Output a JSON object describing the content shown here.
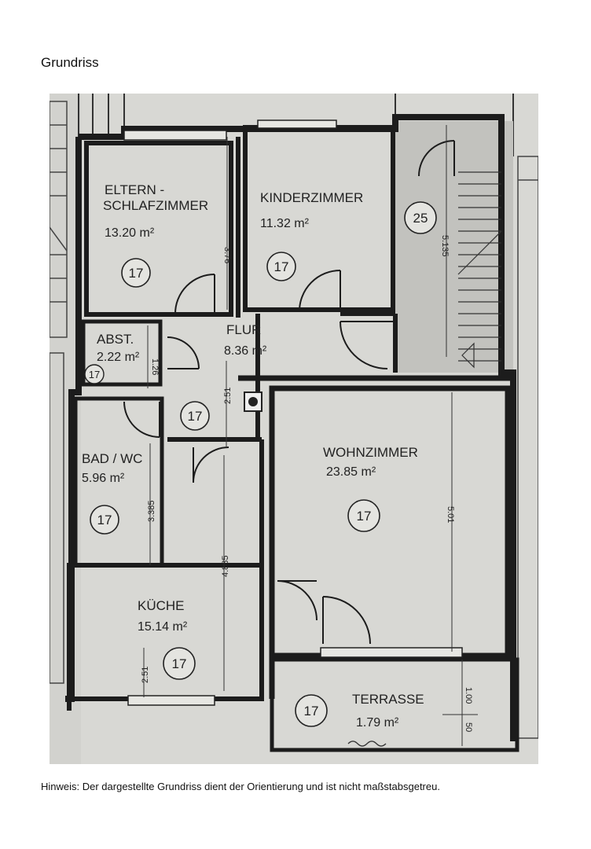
{
  "header": {
    "title": "Grundriss"
  },
  "footer": {
    "note": "Hinweis: Der dargestellte Grundriss dient der Orientierung und ist nicht maßstabsgetreu."
  },
  "rooms": {
    "eltern_line1": "ELTERN -",
    "eltern_line2": "SCHLAFZIMMER",
    "eltern_area": "13.20 m²",
    "kinder_name": "KINDERZIMMER",
    "kinder_area": "11.32 m²",
    "abst_name": "ABST.",
    "abst_area": "2.22 m²",
    "flur_name": "FLUR",
    "flur_area": "8.36 m²",
    "bad_name": "BAD / WC",
    "bad_area": "5.96 m²",
    "wohn_name": "WOHNZIMMER",
    "wohn_area": "23.85 m²",
    "kueche_name": "KÜCHE",
    "kueche_area": "15.14 m²",
    "terrasse_name": "TERRASSE",
    "terrasse_area": "1.79 m²"
  },
  "badges": {
    "room": "17",
    "stair": "25"
  },
  "dimensions": {
    "eltern": "3.76",
    "abst": "1.26",
    "flur": "2.51",
    "bad": "3.385",
    "kueche_depth": "4.885",
    "kueche_width": "2.51",
    "wohn": "5.01",
    "stair": "5.135",
    "terrasse_depth": "1.00",
    "terrasse_small": "50"
  }
}
